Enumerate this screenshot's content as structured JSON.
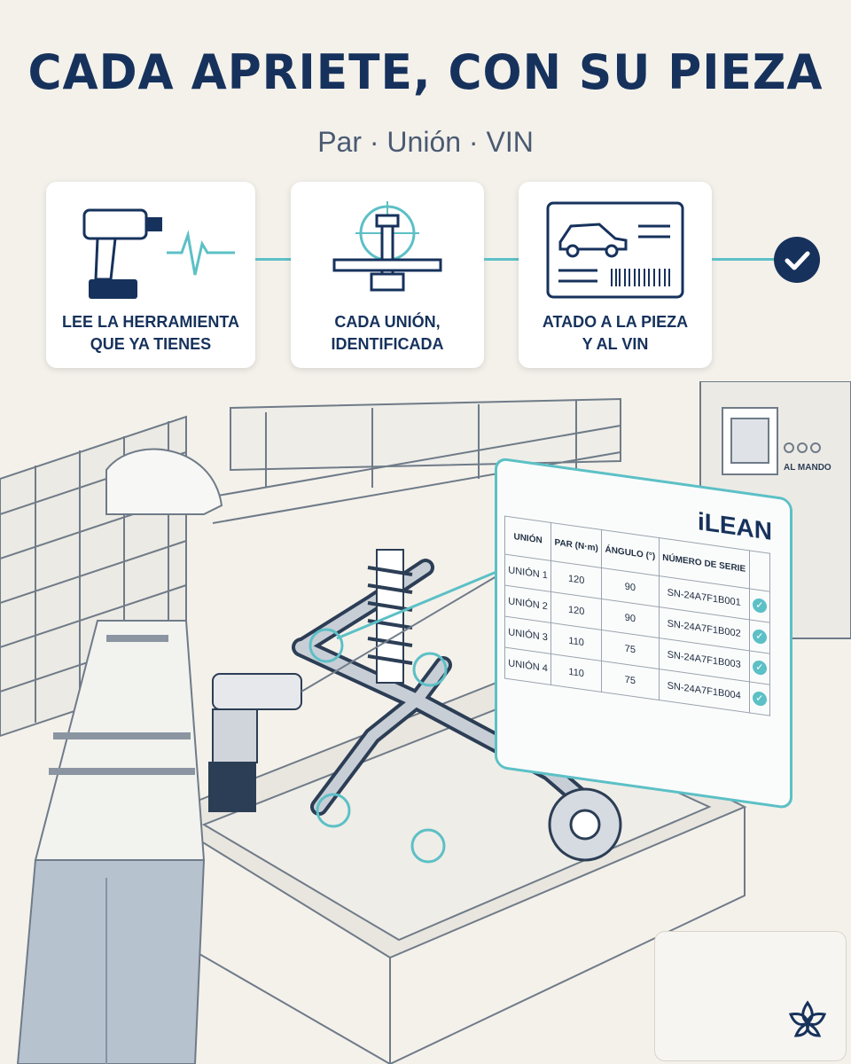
{
  "header": {
    "title": "CADA APRIETE, CON SU PIEZA",
    "subtitle": "Par · Unión · VIN"
  },
  "steps": [
    {
      "line1": "LEE LA HERRAMIENTA",
      "line2": "QUE YA TIENES",
      "icon": "wrench-icon"
    },
    {
      "line1": "CADA UNIÓN,",
      "line2": "IDENTIFICADA",
      "icon": "bolt-target-icon"
    },
    {
      "line1": "ATADO A LA PIEZA",
      "line2": "Y AL VIN",
      "icon": "vehicle-card-icon"
    }
  ],
  "panel": {
    "machine_label": "AL MANDO"
  },
  "overlay": {
    "brand": "iLEAN",
    "headers": [
      "UNIÓN",
      "PAR (N·m)",
      "ÁNGULO (°)",
      "NÚMERO DE SERIE",
      ""
    ],
    "rows": [
      {
        "joint": "UNIÓN 1",
        "torque": "120",
        "angle": "90",
        "serial": "SN-24A7F1B001"
      },
      {
        "joint": "UNIÓN 2",
        "torque": "120",
        "angle": "90",
        "serial": "SN-24A7F1B002"
      },
      {
        "joint": "UNIÓN 3",
        "torque": "110",
        "angle": "75",
        "serial": "SN-24A7F1B003"
      },
      {
        "joint": "UNIÓN 4",
        "torque": "110",
        "angle": "75",
        "serial": "SN-24A7F1B004"
      }
    ]
  },
  "colors": {
    "navy": "#16325c",
    "teal": "#5cc0c6",
    "background": "#f4f1eb"
  }
}
